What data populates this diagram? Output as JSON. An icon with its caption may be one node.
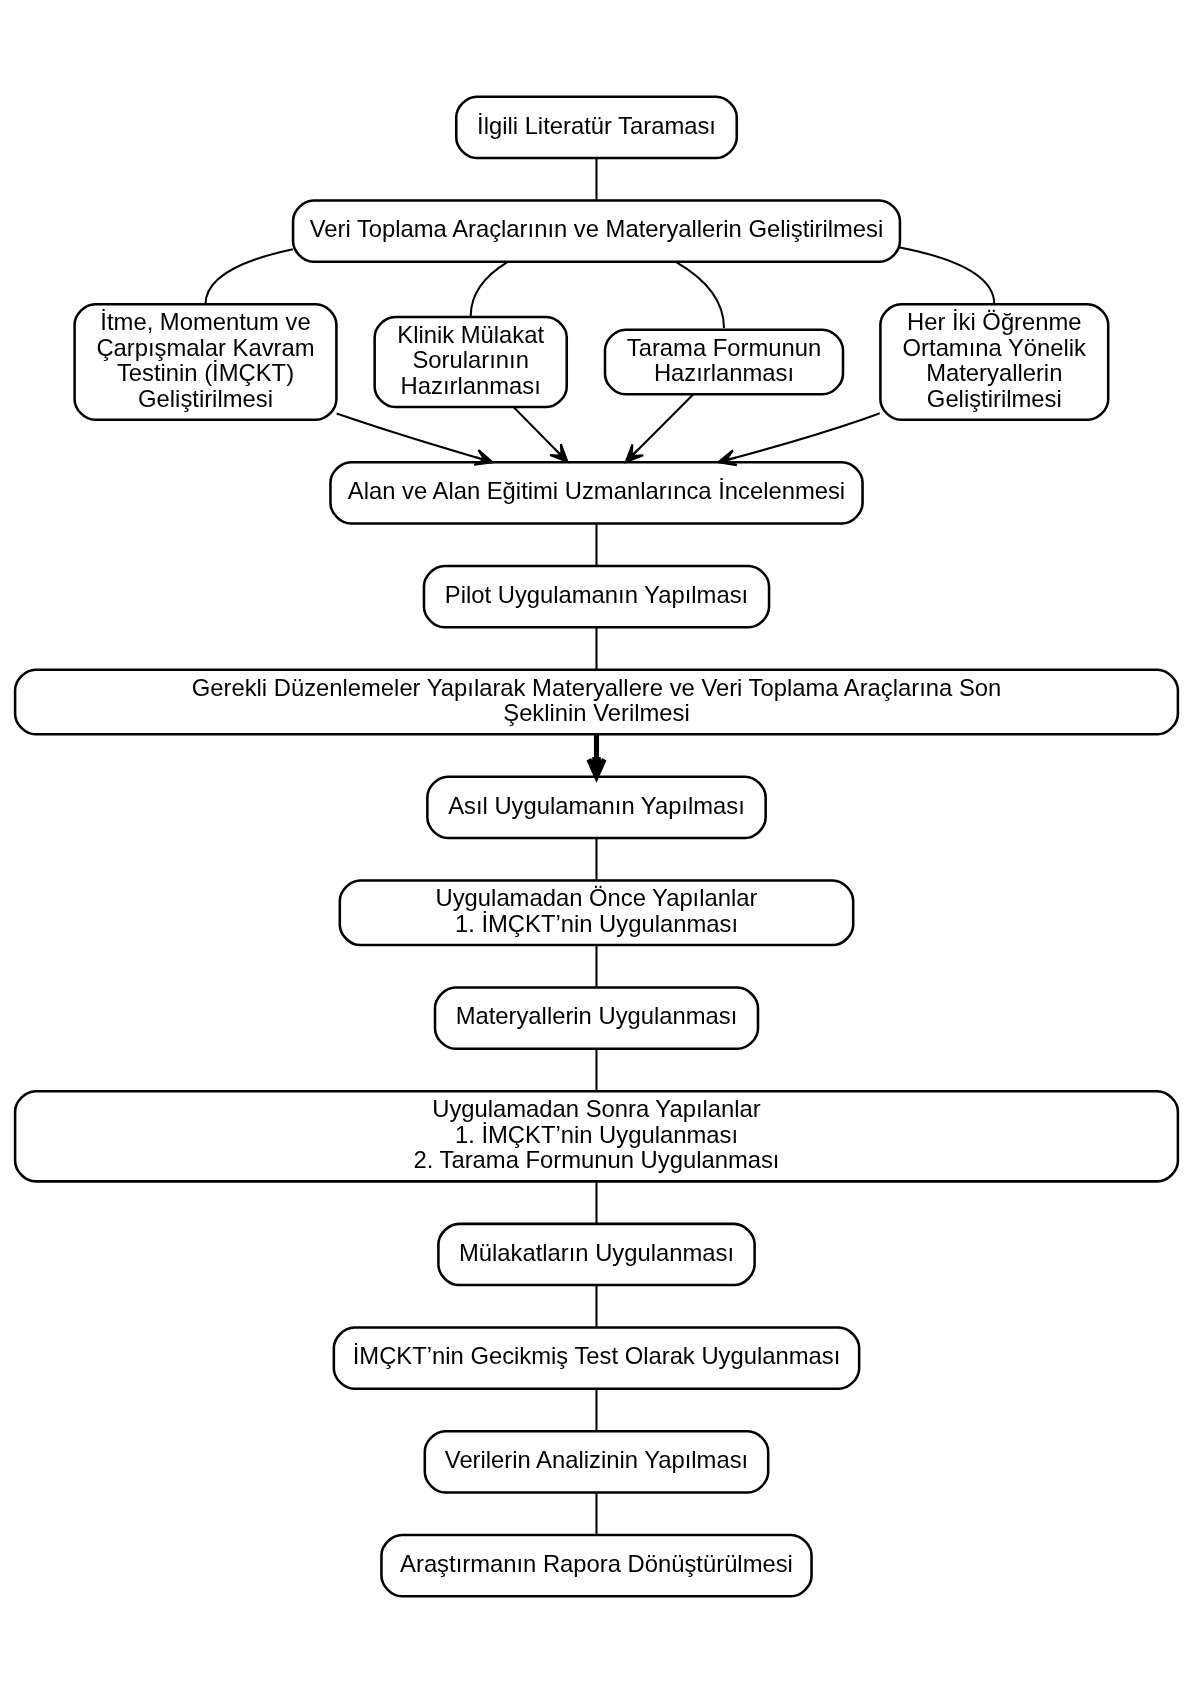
{
  "diagram": {
    "nodes": [
      {
        "text": [
          "İlgili Literatür Taraması"
        ]
      },
      {
        "text": [
          "Veri Toplama Araçlarının ve Materyallerin Geliştirilmesi"
        ]
      },
      {
        "text": [
          "İtme, Momentum ve Çarpışmalar Kavram Testinin (İMÇKT) Geliştirilmesi"
        ]
      },
      {
        "text": [
          "Klinik Mülakat Sorularının Hazırlanması"
        ]
      },
      {
        "text": [
          "Tarama Formunun Hazırlanması"
        ]
      },
      {
        "text": [
          "Her İki Öğrenme Ortamına Yönelik Materyallerin Geliştirilmesi"
        ]
      },
      {
        "text": [
          "Alan ve Alan Eğitimi Uzmanlarınca İncelenmesi"
        ]
      },
      {
        "text": [
          "Pilot Uygulamanın Yapılması"
        ]
      },
      {
        "text": [
          "Gerekli Düzenlemeler Yapılarak Materyallere ve Veri Toplama Araçlarına Son Şeklinin Verilmesi"
        ]
      },
      {
        "text": [
          "Asıl Uygulamanın Yapılması"
        ]
      },
      {
        "text": [
          "Uygulamadan Önce Yapılanlar",
          "1. İMÇKT’nin Uygulanması"
        ]
      },
      {
        "text": [
          "Materyallerin Uygulanması"
        ]
      },
      {
        "text": [
          "Uygulamadan Sonra Yapılanlar",
          "1. İMÇKT’nin Uygulanması",
          "2. Tarama Formunun Uygulanması"
        ]
      },
      {
        "text": [
          "Mülakatların Uygulanması"
        ]
      },
      {
        "text": [
          "İMÇKT’nin Gecikmiş Test Olarak Uygulanması"
        ]
      },
      {
        "text": [
          "Verilerin Analizinin Yapılması"
        ]
      },
      {
        "text": [
          "Araştırmanın Rapora Dönüştürülmesi"
        ]
      }
    ],
    "edges": [
      {
        "from": 0,
        "to": 1,
        "arrow": "none"
      },
      {
        "from": 1,
        "to": 2,
        "arrow": "none"
      },
      {
        "from": 1,
        "to": 3,
        "arrow": "none"
      },
      {
        "from": 1,
        "to": 4,
        "arrow": "none"
      },
      {
        "from": 1,
        "to": 5,
        "arrow": "none"
      },
      {
        "from": 2,
        "to": 6,
        "arrow": "to"
      },
      {
        "from": 3,
        "to": 6,
        "arrow": "to"
      },
      {
        "from": 4,
        "to": 6,
        "arrow": "to"
      },
      {
        "from": 5,
        "to": 6,
        "arrow": "to"
      },
      {
        "from": 6,
        "to": 7,
        "arrow": "none"
      },
      {
        "from": 7,
        "to": 8,
        "arrow": "none"
      },
      {
        "from": 8,
        "to": 9,
        "arrow": "to",
        "style": "thick"
      },
      {
        "from": 9,
        "to": 10,
        "arrow": "none"
      },
      {
        "from": 10,
        "to": 11,
        "arrow": "none"
      },
      {
        "from": 11,
        "to": 12,
        "arrow": "none"
      },
      {
        "from": 12,
        "to": 13,
        "arrow": "none"
      },
      {
        "from": 13,
        "to": 14,
        "arrow": "none"
      },
      {
        "from": 14,
        "to": 15,
        "arrow": "none"
      },
      {
        "from": 15,
        "to": 16,
        "arrow": "none"
      }
    ]
  }
}
